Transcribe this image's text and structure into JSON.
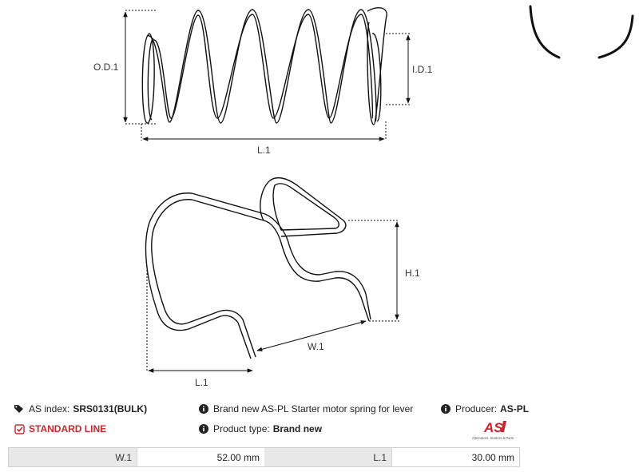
{
  "drawing": {
    "labels": {
      "od": "O.D.1",
      "id": "I.D.1",
      "l_top": "L.1",
      "h": "H.1",
      "w": "W.1",
      "l_bottom": "L.1"
    }
  },
  "info": {
    "as_index_label": "AS index:",
    "as_index_value": "SRS0131(BULK)",
    "standard_line": "STANDARD LINE",
    "description": "Brand new AS-PL Starter motor spring for lever",
    "product_type_label": "Product type:",
    "product_type_value": "Brand new",
    "producer_label": "Producer:",
    "producer_value": "AS-PL"
  },
  "logo": {
    "mark": "AS",
    "tagline": "Alternators, Starters & Parts",
    "color": "#d0242b"
  },
  "specs": [
    {
      "label": "W.1",
      "value": "52.00 mm"
    },
    {
      "label": "L.1",
      "value": "30.00 mm"
    }
  ],
  "icons": {
    "as_index": "tags-icon",
    "standard_line": "check-square-icon",
    "info": "info-circle-icon"
  }
}
